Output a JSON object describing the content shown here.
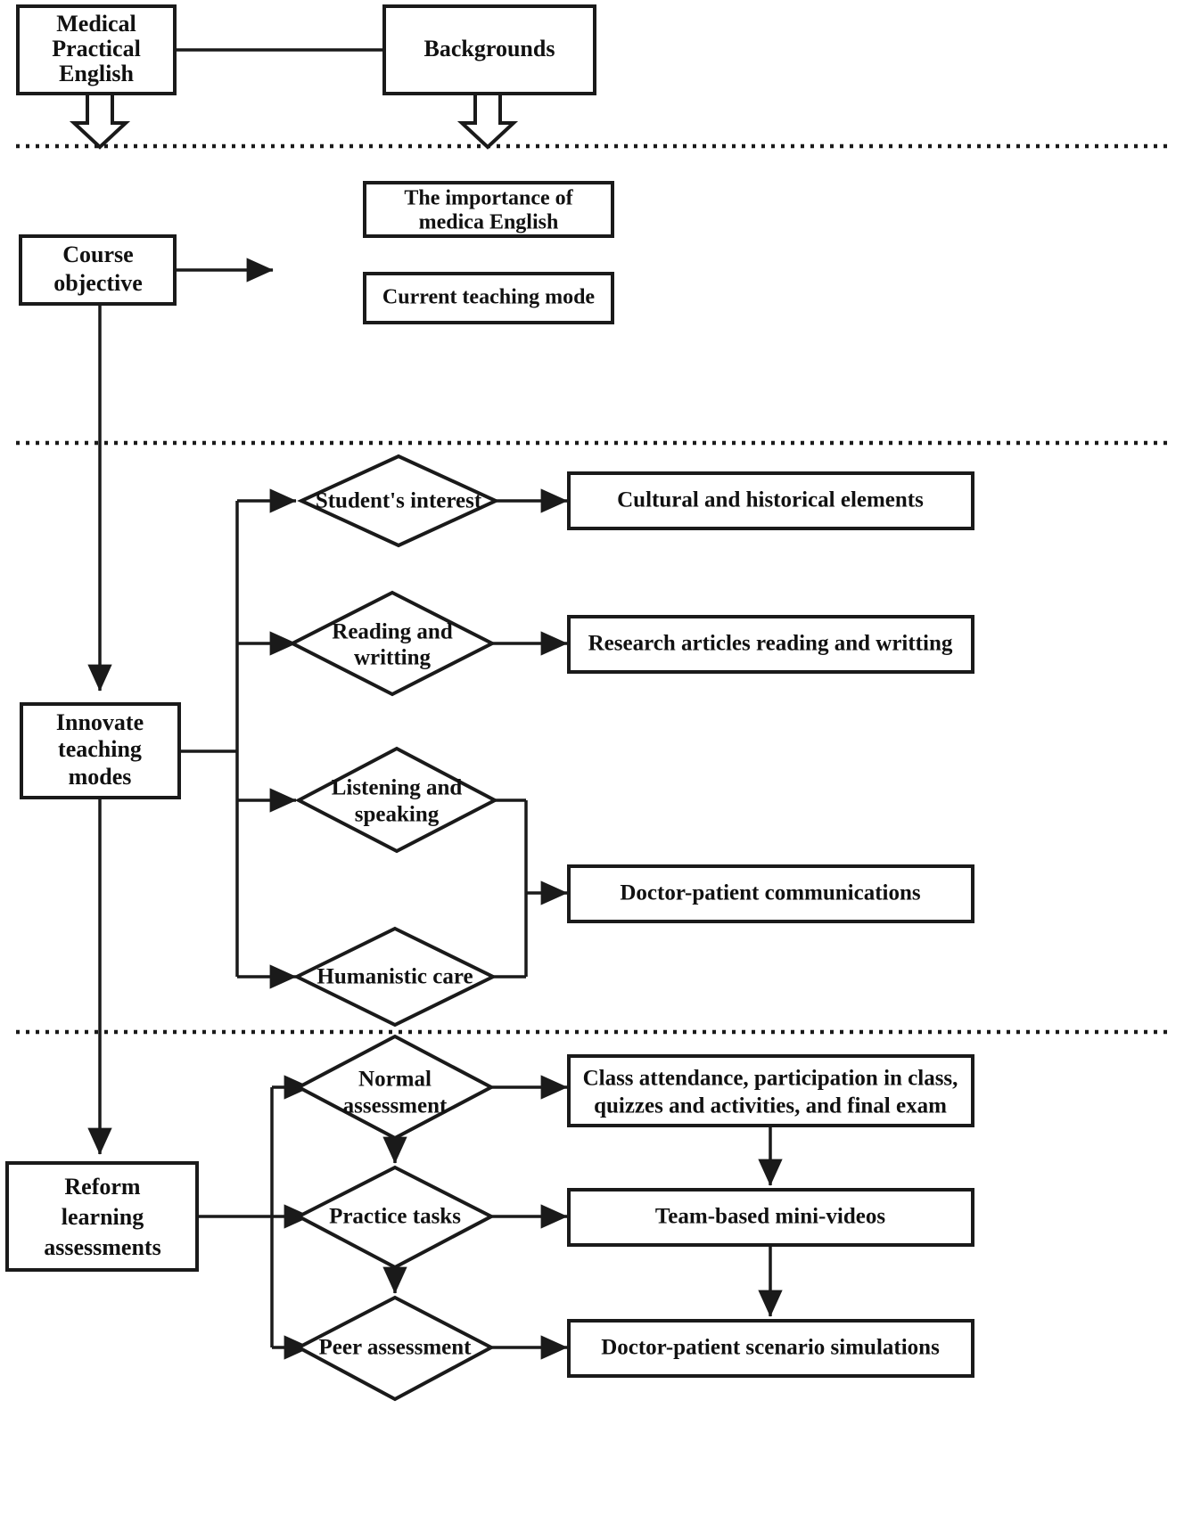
{
  "diagram": {
    "title": "Medical Practical English course reform flowchart",
    "type": "flowchart",
    "background_color": "#ffffff",
    "line_color": "#1a1a1a",
    "band_separators": 3,
    "bands": [
      {
        "name": "backgrounds-band",
        "label": ""
      },
      {
        "name": "course-objective-band",
        "label": ""
      },
      {
        "name": "teaching-modes-band",
        "label": ""
      },
      {
        "name": "assessments-band",
        "label": ""
      }
    ],
    "nodes": {
      "medical_practical_english": {
        "label_lines": [
          "Medical",
          "Practical",
          "English"
        ],
        "shape": "rectangle"
      },
      "backgrounds": {
        "label_lines": [
          "Backgrounds"
        ],
        "shape": "rectangle"
      },
      "course_objective": {
        "label_lines": [
          "Course",
          "objective"
        ],
        "shape": "rectangle"
      },
      "importance_of_medical_english": {
        "label_lines": [
          "The importance of",
          "medica English"
        ],
        "shape": "rectangle"
      },
      "current_teaching_mode": {
        "label_lines": [
          "Current teaching mode"
        ],
        "shape": "rectangle"
      },
      "innovate_teaching_modes": {
        "label_lines": [
          "Innovate",
          "teaching",
          "modes"
        ],
        "shape": "rectangle"
      },
      "students_interest": {
        "label_lines": [
          "Student's interest"
        ],
        "shape": "diamond"
      },
      "reading_and_writting": {
        "label_lines": [
          "Reading and",
          "writting"
        ],
        "shape": "diamond"
      },
      "listening_and_speaking": {
        "label_lines": [
          "Listening and",
          "speaking"
        ],
        "shape": "diamond"
      },
      "humanistic_care": {
        "label_lines": [
          "Humanistic care"
        ],
        "shape": "diamond"
      },
      "cultural_and_historical_elements": {
        "label_lines": [
          "Cultural and historical elements"
        ],
        "shape": "rectangle"
      },
      "research_articles_reading_and_writting": {
        "label_lines": [
          "Research articles reading and writting"
        ],
        "shape": "rectangle"
      },
      "doctor_patient_communications": {
        "label_lines": [
          "Doctor-patient communications"
        ],
        "shape": "rectangle"
      },
      "reform_learning_assessments": {
        "label_lines": [
          "Reform",
          "learning",
          "assessments"
        ],
        "shape": "rectangle"
      },
      "normal_assessment": {
        "label_lines": [
          "Normal",
          "assessment"
        ],
        "shape": "diamond"
      },
      "practice_tasks": {
        "label_lines": [
          "Practice tasks"
        ],
        "shape": "diamond"
      },
      "peer_assessment": {
        "label_lines": [
          "Peer assessment"
        ],
        "shape": "diamond"
      },
      "class_attendance": {
        "label_lines": [
          "Class attendance, participation in class,",
          "quizzes and activities, and final exam"
        ],
        "shape": "rectangle"
      },
      "team_based_mini_videos": {
        "label_lines": [
          "Team-based mini-videos"
        ],
        "shape": "rectangle"
      },
      "doctor_patient_scenario_simulations": {
        "label_lines": [
          "Doctor-patient scenario simulations"
        ],
        "shape": "rectangle"
      }
    },
    "edges": [
      {
        "from": "medical_practical_english",
        "to": "backgrounds",
        "style": "plain-line"
      },
      {
        "from": "medical_practical_english",
        "to": "band-2",
        "style": "hollow-block-arrow-down"
      },
      {
        "from": "backgrounds",
        "to": "band-2",
        "style": "hollow-block-arrow-down"
      },
      {
        "from": "course_objective",
        "to": "objective-details",
        "style": "solid-arrow-right"
      },
      {
        "from": "course_objective",
        "to": "innovate_teaching_modes",
        "style": "solid-arrow-down"
      },
      {
        "from": "innovate_teaching_modes",
        "to": "students_interest",
        "style": "solid-arrow-right"
      },
      {
        "from": "innovate_teaching_modes",
        "to": "reading_and_writting",
        "style": "solid-arrow-right"
      },
      {
        "from": "innovate_teaching_modes",
        "to": "listening_and_speaking",
        "style": "solid-arrow-right"
      },
      {
        "from": "innovate_teaching_modes",
        "to": "humanistic_care",
        "style": "solid-arrow-right"
      },
      {
        "from": "students_interest",
        "to": "cultural_and_historical_elements",
        "style": "solid-arrow-right"
      },
      {
        "from": "reading_and_writting",
        "to": "research_articles_reading_and_writting",
        "style": "solid-arrow-right"
      },
      {
        "from": "listening_and_speaking",
        "to": "doctor_patient_communications",
        "style": "solid-arrow-right"
      },
      {
        "from": "humanistic_care",
        "to": "doctor_patient_communications",
        "style": "solid-arrow-right"
      },
      {
        "from": "innovate_teaching_modes",
        "to": "reform_learning_assessments",
        "style": "solid-arrow-down"
      },
      {
        "from": "reform_learning_assessments",
        "to": "normal_assessment",
        "style": "solid-arrow-right"
      },
      {
        "from": "reform_learning_assessments",
        "to": "practice_tasks",
        "style": "solid-arrow-right"
      },
      {
        "from": "reform_learning_assessments",
        "to": "peer_assessment",
        "style": "solid-arrow-right"
      },
      {
        "from": "normal_assessment",
        "to": "practice_tasks",
        "style": "solid-arrow-down"
      },
      {
        "from": "practice_tasks",
        "to": "peer_assessment",
        "style": "solid-arrow-down"
      },
      {
        "from": "normal_assessment",
        "to": "class_attendance",
        "style": "solid-arrow-right"
      },
      {
        "from": "practice_tasks",
        "to": "team_based_mini_videos",
        "style": "solid-arrow-right"
      },
      {
        "from": "peer_assessment",
        "to": "doctor_patient_scenario_simulations",
        "style": "solid-arrow-right"
      },
      {
        "from": "class_attendance",
        "to": "team_based_mini_videos",
        "style": "solid-arrow-down"
      },
      {
        "from": "team_based_mini_videos",
        "to": "doctor_patient_scenario_simulations",
        "style": "solid-arrow-down"
      }
    ]
  }
}
